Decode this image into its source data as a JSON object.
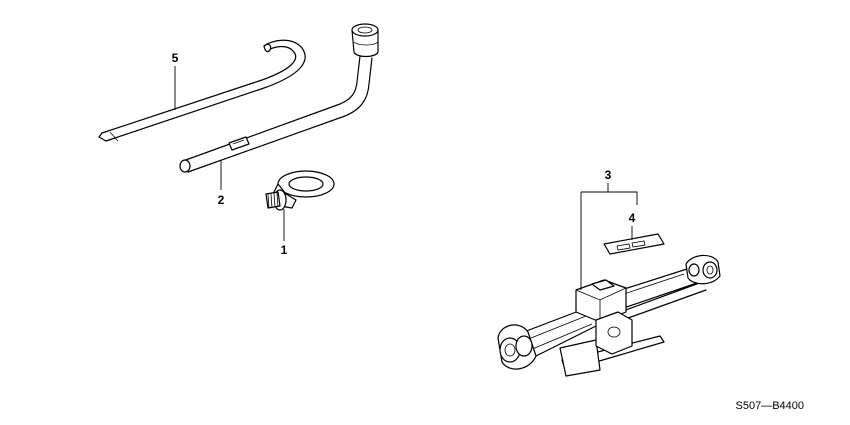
{
  "callouts": {
    "c1": "1",
    "c2": "2",
    "c3": "3",
    "c4": "4",
    "c5": "5"
  },
  "diagram_code": "S507—B4400",
  "colors": {
    "line": "#000000",
    "background": "#ffffff"
  }
}
